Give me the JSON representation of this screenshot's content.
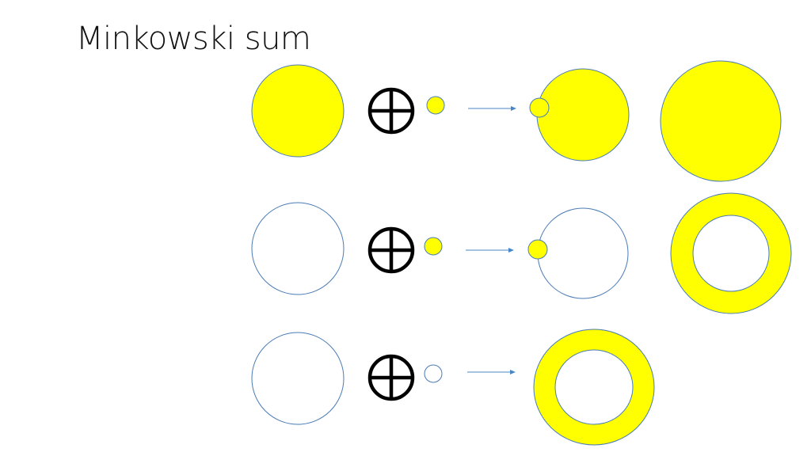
{
  "slide": {
    "title": "Minkowski sum"
  },
  "colors": {
    "fill": "#ffff00",
    "stroke": "#4a7bb7",
    "arrow": "#4a86c6",
    "operator": "#000000",
    "background": "#ffffff"
  },
  "rows": [
    {
      "name": "disk-row",
      "shape_a": "filled-disk",
      "shape_b": "small-filled-disk",
      "intermediate": "filled-disk-with-small-disk-on-boundary",
      "result": "larger-filled-disk"
    },
    {
      "name": "circle-row",
      "shape_a": "circle-outline",
      "shape_b": "small-filled-disk",
      "intermediate": "circle-with-small-disk-on-boundary",
      "result": "filled-annulus"
    },
    {
      "name": "circle-circle-row",
      "shape_a": "circle-outline",
      "shape_b": "small-circle-outline",
      "result": "filled-annulus"
    }
  ],
  "operator_icon": "circled-plus-icon",
  "arrow_icon": "arrow-right-icon"
}
